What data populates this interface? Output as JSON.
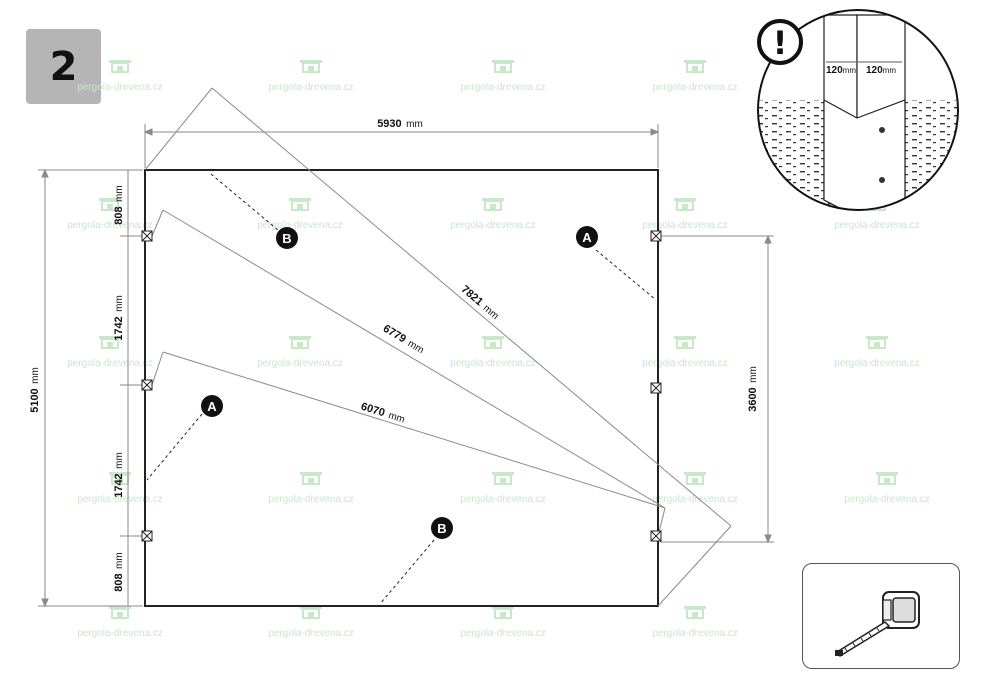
{
  "step": {
    "number": "2"
  },
  "watermark": {
    "text": "pergola-drevena.cz"
  },
  "dimensions": {
    "unit": "mm",
    "width": "5930",
    "height": "5100",
    "right_span": "3600",
    "left_segments": [
      "808",
      "1742",
      "1742",
      "808"
    ],
    "diagonals": [
      "7821",
      "6779",
      "6070"
    ]
  },
  "markers": {
    "a": "A",
    "b": "B"
  },
  "detail": {
    "warning_symbol": "!",
    "post_width": "120",
    "post_depth": "120",
    "unit": "mm"
  },
  "tool": {
    "name": "tape-measure-icon"
  },
  "colors": {
    "line": "#8a8a8a",
    "frame": "#222222",
    "watermark": "#c9e7c9",
    "badge": "#b5b5b5"
  }
}
